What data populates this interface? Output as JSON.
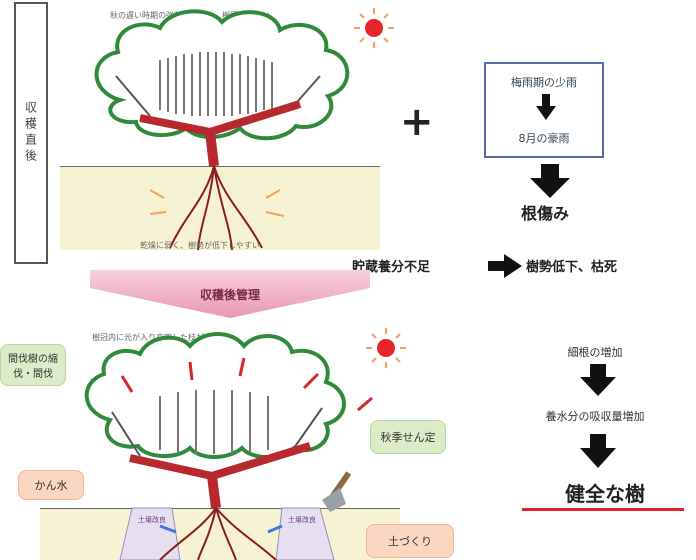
{
  "top_section": {
    "side_label": "収穫直後",
    "top_note": "秋の遅い時期の強剪定のため、樹冠内が暗い",
    "root_note": "乾燥に弱く、樹勢が低下しやすい"
  },
  "rain_box": {
    "line1": "梅雨期の少雨",
    "line2": "8月の豪雨"
  },
  "result_top": "根傷み",
  "consequence": {
    "cause": "貯蔵養分不足",
    "effect": "樹勢低下、枯死"
  },
  "banner": "収穫後管理",
  "bottom_section": {
    "top_note": "樹冠内に光が入り充実した枝が出来る",
    "pill_left_top": "間伐樹の縮伐・間伐",
    "pill_right_mid": "秋季せん定",
    "pill_left_mid": "かん水",
    "pill_right_bottom": "土づくり",
    "soil_tag_left": "土壌改良",
    "soil_tag_right": "土壌改良"
  },
  "right_list": {
    "item1": "細根の増加",
    "item2": "養水分の吸収量増加",
    "final": "健全な樹"
  },
  "colors": {
    "cloud_outline": "#2f8a3a",
    "branch_red": "#b8292f",
    "sun": "#e8262a",
    "soil": "#f7f3d2",
    "banner": "#f2b8cc",
    "arrow_black": "#111111",
    "red_underline": "#e0202a"
  }
}
